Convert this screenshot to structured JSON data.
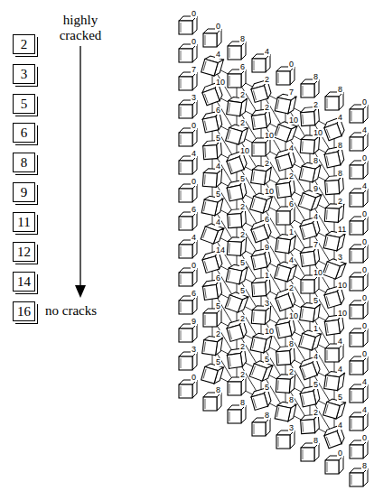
{
  "diagram": {
    "nodes": [
      {
        "text": [
          "2"
        ]
      },
      {
        "text": [
          "3"
        ]
      },
      {
        "text": [
          "5"
        ]
      },
      {
        "text": [
          "6"
        ]
      },
      {
        "text": [
          "8"
        ]
      },
      {
        "text": [
          "9"
        ]
      },
      {
        "text": [
          "11"
        ]
      },
      {
        "text": [
          "12"
        ]
      },
      {
        "text": [
          "14"
        ]
      },
      {
        "text": [
          "16"
        ]
      }
    ],
    "labels": [
      "highly cracked",
      "no cracks",
      "0",
      "0",
      "7",
      "3",
      "0",
      "4",
      "0",
      "6",
      "4",
      "0",
      "6",
      "9",
      "3",
      "0",
      "0",
      "4",
      "10",
      "6",
      "5",
      "4",
      "5",
      "4",
      "14",
      "6",
      "5",
      "2",
      "5",
      "8",
      "8",
      "6",
      "2",
      "2",
      "10",
      "5",
      "2",
      "2",
      "5",
      "5",
      "2",
      "2",
      "2",
      "8",
      "4",
      "2",
      "2",
      "10",
      "2",
      "10",
      "6",
      "9",
      "1",
      "3",
      "10",
      "5",
      "5",
      "8",
      "0",
      "7",
      "10",
      "4",
      "2",
      "6",
      "1",
      "4",
      "2",
      "10",
      "8",
      "2",
      "8",
      "3",
      "8",
      "2",
      "10",
      "8",
      "9",
      "4",
      "7",
      "10",
      "5",
      "1",
      "4",
      "5",
      "2",
      "8",
      "8",
      "4",
      "8",
      "8",
      "2",
      "11",
      "3",
      "10",
      "10",
      "4",
      "4",
      "5",
      "4",
      "0",
      "0",
      "4",
      "0",
      "4",
      "0",
      "0",
      "0",
      "0",
      "0",
      "0",
      "4",
      "4",
      "0",
      "8"
    ]
  }
}
